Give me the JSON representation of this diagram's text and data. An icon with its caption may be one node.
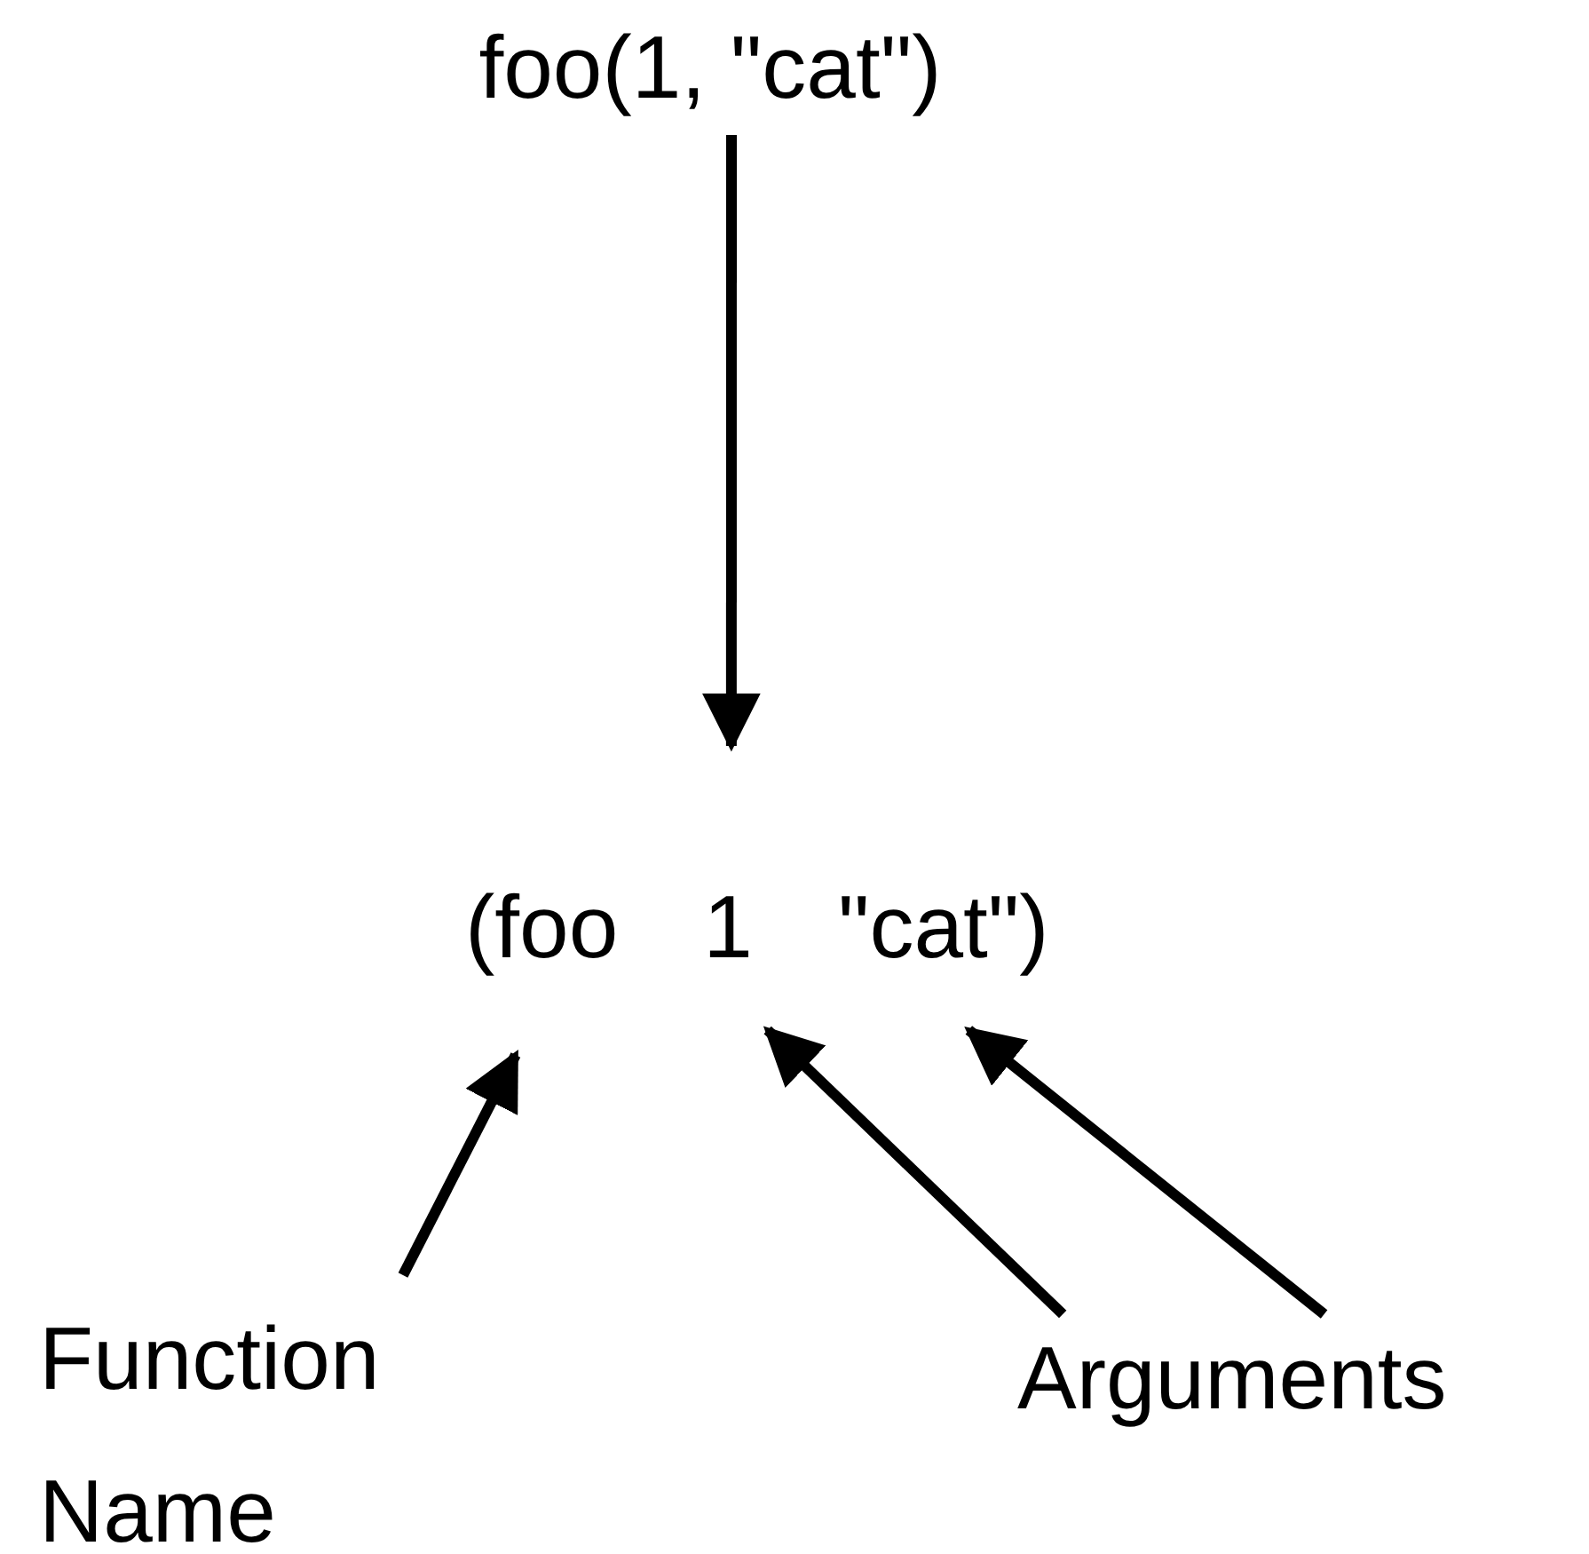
{
  "diagram": {
    "nodes": [
      {
        "text": [
          "foo(1, \"cat\")"
        ]
      },
      {
        "text": [
          "(foo",
          "1",
          "\"cat\")"
        ]
      },
      {
        "text": [
          "Function Name"
        ]
      },
      {
        "text": [
          "Arguments"
        ]
      }
    ],
    "edges": [
      {
        "from": 0,
        "to": 1,
        "arrow": "to"
      },
      {
        "from": 2,
        "to": 1,
        "arrow": "to"
      },
      {
        "from": 3,
        "to": 1,
        "arrow": "to"
      },
      {
        "from": 3,
        "to": 1,
        "arrow": "to"
      }
    ]
  }
}
